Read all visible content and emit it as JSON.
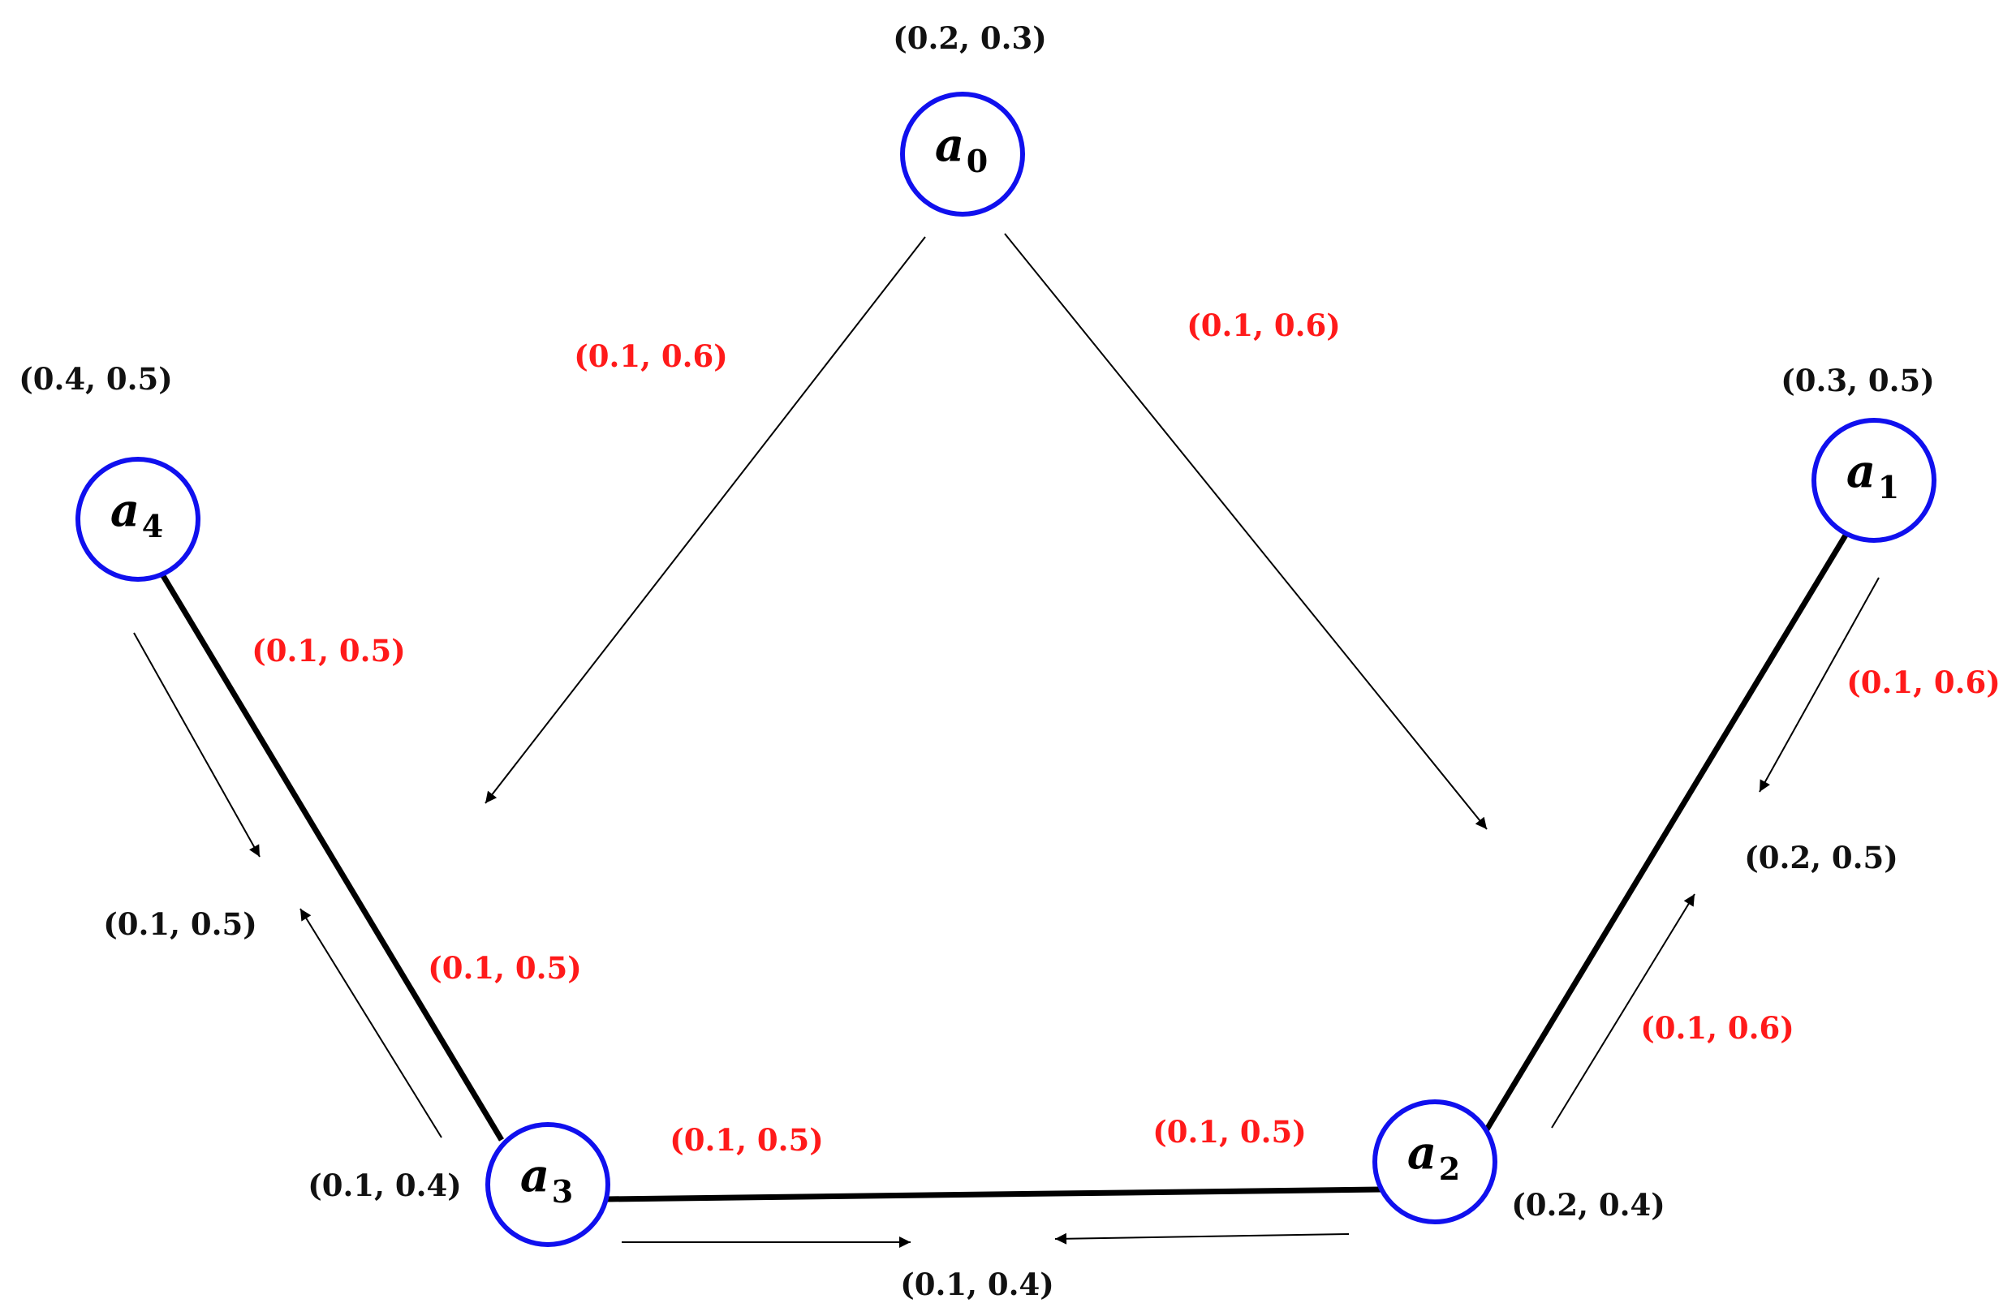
{
  "nodes": [
    {
      "id": "a0",
      "name": "a",
      "sub": "0",
      "value": "(0.2, 0.3)"
    },
    {
      "id": "a1",
      "name": "a",
      "sub": "1",
      "value": "(0.3, 0.5)"
    },
    {
      "id": "a2",
      "name": "a",
      "sub": "2",
      "value": "(0.2, 0.4)"
    },
    {
      "id": "a3",
      "name": "a",
      "sub": "3",
      "value": "(0.1, 0.4)"
    },
    {
      "id": "a4",
      "name": "a",
      "sub": "4",
      "value": "(0.4, 0.5)"
    }
  ],
  "edges": {
    "a0_a3": "(0.1, 0.6)",
    "a0_a2": "(0.1, 0.6)",
    "a4_a3_upper": "(0.1, 0.5)",
    "a4_a3_lower": "(0.1, 0.5)",
    "a1_a2_upper": "(0.1, 0.6)",
    "a1_a2_lower": "(0.1, 0.6)",
    "a3_a2_left": "(0.1, 0.5)",
    "a3_a2_right": "(0.1, 0.5)"
  },
  "arrow_results": {
    "left": "(0.1, 0.5)",
    "right": "(0.2, 0.5)",
    "bottom": "(0.1, 0.4)"
  },
  "colors": {
    "node_stroke": "#1010ee",
    "edge_label": "#ff1a1a",
    "node_label": "#111111"
  }
}
